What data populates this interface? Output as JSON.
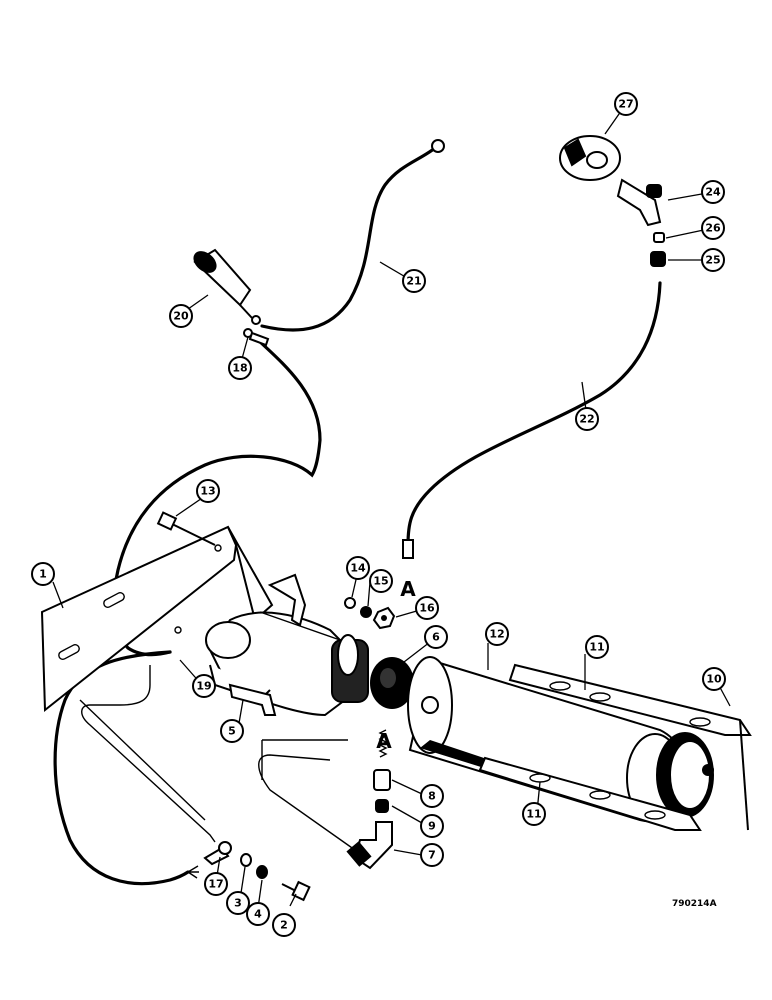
{
  "figure_id": "790214A",
  "connection_labels": {
    "top": "A",
    "bottom": "A"
  },
  "callouts": [
    {
      "id": "c1",
      "label": "1"
    },
    {
      "id": "c2",
      "label": "2"
    },
    {
      "id": "c3",
      "label": "3"
    },
    {
      "id": "c4",
      "label": "4"
    },
    {
      "id": "c5",
      "label": "5"
    },
    {
      "id": "c6",
      "label": "6"
    },
    {
      "id": "c7",
      "label": "7"
    },
    {
      "id": "c8",
      "label": "8"
    },
    {
      "id": "c9",
      "label": "9"
    },
    {
      "id": "c10",
      "label": "10"
    },
    {
      "id": "c11a",
      "label": "11"
    },
    {
      "id": "c11b",
      "label": "11"
    },
    {
      "id": "c12",
      "label": "12"
    },
    {
      "id": "c13",
      "label": "13"
    },
    {
      "id": "c14",
      "label": "14"
    },
    {
      "id": "c15",
      "label": "15"
    },
    {
      "id": "c16",
      "label": "16"
    },
    {
      "id": "c17",
      "label": "17"
    },
    {
      "id": "c18",
      "label": "18"
    },
    {
      "id": "c19",
      "label": "19"
    },
    {
      "id": "c20",
      "label": "20"
    },
    {
      "id": "c21",
      "label": "21"
    },
    {
      "id": "c22",
      "label": "22"
    },
    {
      "id": "c24",
      "label": "24"
    },
    {
      "id": "c25",
      "label": "25"
    },
    {
      "id": "c26",
      "label": "26"
    },
    {
      "id": "c27",
      "label": "27"
    }
  ]
}
